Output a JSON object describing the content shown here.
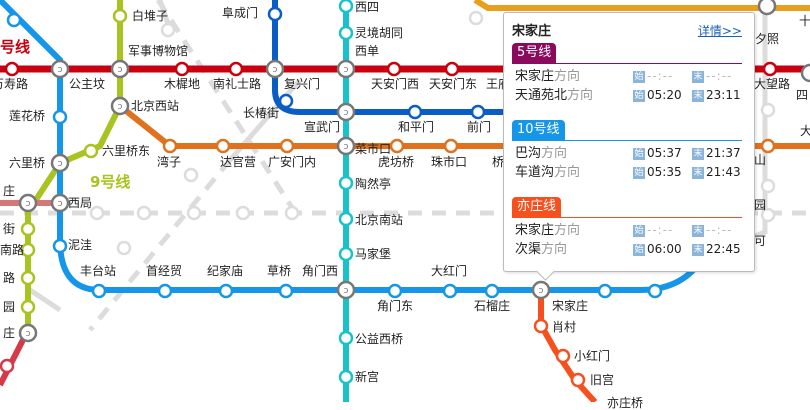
{
  "map": {
    "colors": {
      "line1": "#c8000f",
      "line2": "#0a5dc4",
      "line4": "#19c2c8",
      "line5": "#8a0a5e",
      "line7": "#e0721e",
      "line9": "#a8c420",
      "line10": "#1596e8",
      "yizhuang": "#f5501e",
      "fangshan": "#d6777a",
      "planned": "#dcdcdc",
      "line_top_orange": "#e8a01c"
    },
    "line_labels": [
      {
        "id": "line1",
        "text": "号线",
        "color": "#c8000f"
      },
      {
        "id": "line9",
        "text": "9号线",
        "color": "#a8c420"
      }
    ],
    "stations": [
      {
        "name": "白堆子"
      },
      {
        "name": "阜成门"
      },
      {
        "name": "西四"
      },
      {
        "name": "灵境胡同"
      },
      {
        "name": "西单"
      },
      {
        "name": "军事博物馆"
      },
      {
        "name": "万寿路",
        "partial": "万寿路"
      },
      {
        "name": "公主坟"
      },
      {
        "name": "木樨地"
      },
      {
        "name": "南礼士路"
      },
      {
        "name": "复兴门"
      },
      {
        "name": "天安门西"
      },
      {
        "name": "天安门东"
      },
      {
        "name": "王府井",
        "partial": "王府"
      },
      {
        "name": "莲花桥"
      },
      {
        "name": "北京西站"
      },
      {
        "name": "长椿街"
      },
      {
        "name": "宣武门"
      },
      {
        "name": "和平门"
      },
      {
        "name": "前门"
      },
      {
        "name": "六里桥东"
      },
      {
        "name": "六里桥"
      },
      {
        "name": "湾子"
      },
      {
        "name": "达官营"
      },
      {
        "name": "广安门内"
      },
      {
        "name": "菜市口"
      },
      {
        "name": "虎坊桥"
      },
      {
        "name": "珠市口"
      },
      {
        "name": "桥湾",
        "partial": "桥"
      },
      {
        "name": "西局"
      },
      {
        "name": "泥洼"
      },
      {
        "name": "陶然亭"
      },
      {
        "name": "北京南站"
      },
      {
        "name": "马家堡"
      },
      {
        "name": "丰台站"
      },
      {
        "name": "首经贸"
      },
      {
        "name": "纪家庙"
      },
      {
        "name": "草桥"
      },
      {
        "name": "角门西"
      },
      {
        "name": "角门东"
      },
      {
        "name": "大红门"
      },
      {
        "name": "石榴庄"
      },
      {
        "name": "宋家庄"
      },
      {
        "name": "肖村"
      },
      {
        "name": "小红门"
      },
      {
        "name": "旧宫"
      },
      {
        "name": "亦庄桥",
        "partial": "亦庄桥"
      },
      {
        "name": "公益西桥"
      },
      {
        "name": "新宫"
      },
      {
        "name": "夕照寺",
        "partial": "夕照"
      },
      {
        "name": "大望路"
      },
      {
        "name": "四惠",
        "partial": "四"
      },
      {
        "name": "十里河",
        "partial": "十"
      },
      {
        "name": "大",
        "partial": "大"
      },
      {
        "name": "山",
        "partial": "山"
      },
      {
        "name": "园",
        "partial": "园"
      },
      {
        "name": "可",
        "partial": "可"
      },
      {
        "name": "庄",
        "partial": "庄"
      },
      {
        "name": "街",
        "partial": "街"
      },
      {
        "name": "南路",
        "partial": "南路"
      },
      {
        "name": "路",
        "partial": "路"
      },
      {
        "name": "园",
        "partial": "园"
      },
      {
        "name": "庄",
        "partial": "庄"
      }
    ]
  },
  "popup": {
    "station": "宋家庄",
    "detail_link": "详情>>",
    "first_icon": "始",
    "last_icon": "末",
    "direction_suffix": "方向",
    "lines": [
      {
        "name": "5号线",
        "color": "#8a0a5e",
        "directions": [
          {
            "to": "宋家庄",
            "first": "--:--",
            "last": "--:--"
          },
          {
            "to": "天通苑北",
            "first": "05:20",
            "last": "23:11"
          }
        ]
      },
      {
        "name": "10号线",
        "color": "#1596e8",
        "directions": [
          {
            "to": "巴沟",
            "first": "05:37",
            "last": "21:37"
          },
          {
            "to": "车道沟",
            "first": "05:35",
            "last": "21:43"
          }
        ]
      },
      {
        "name": "亦庄线",
        "color": "#f5501e",
        "directions": [
          {
            "to": "宋家庄",
            "first": "--:--",
            "last": "--:--"
          },
          {
            "to": "次渠",
            "first": "06:00",
            "last": "22:45"
          }
        ]
      }
    ]
  }
}
